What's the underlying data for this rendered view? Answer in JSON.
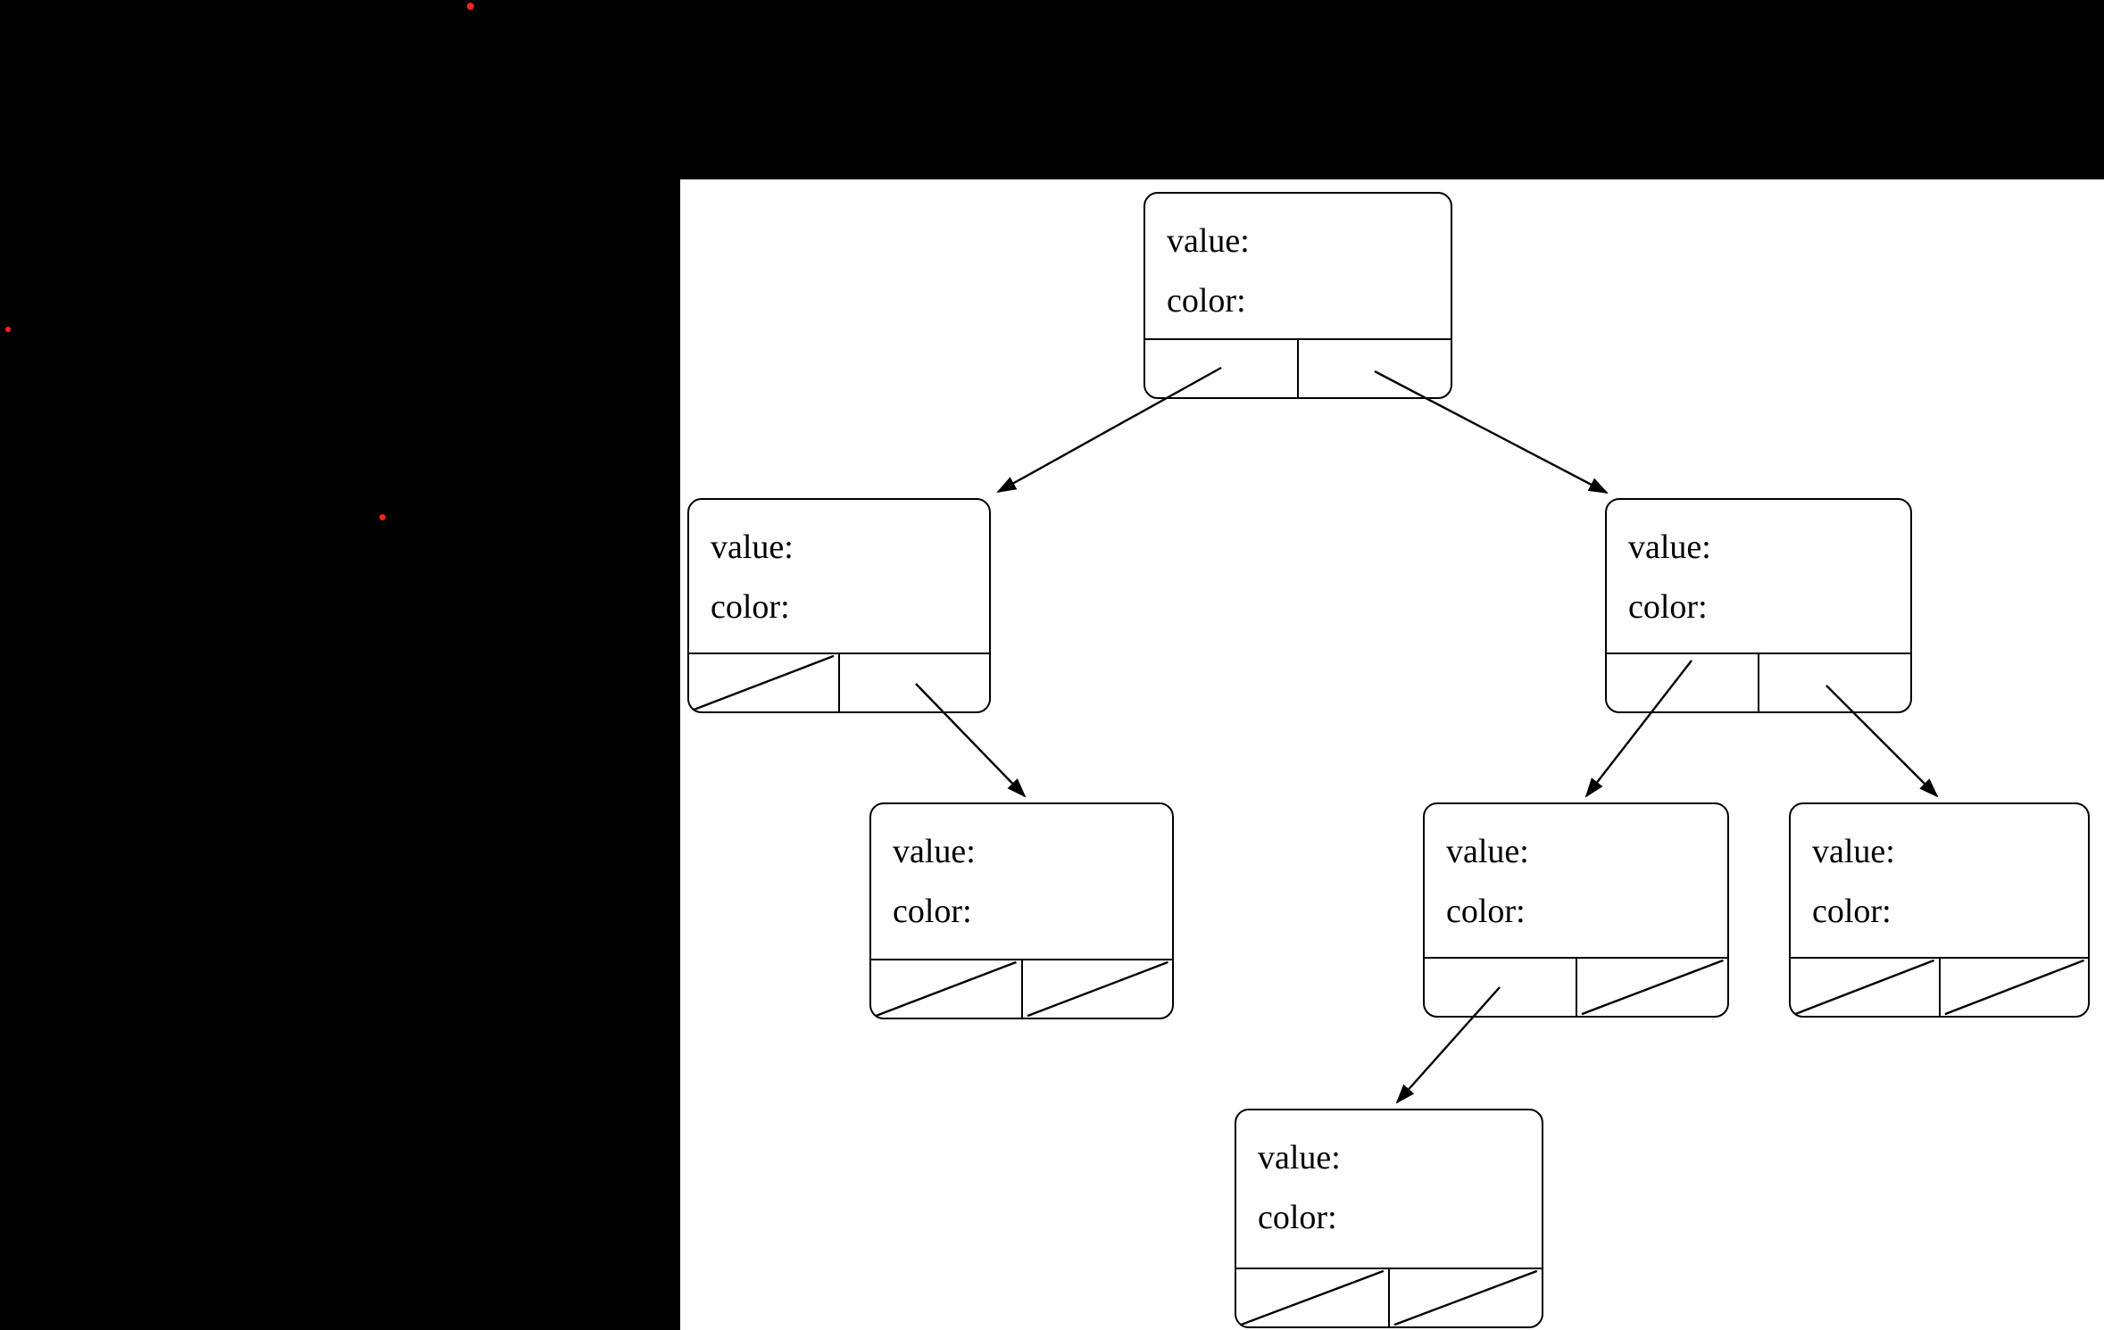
{
  "colors": {
    "page_background": "#000000",
    "canvas_background": "#ffffff",
    "line": "#000000",
    "marker_dot": "#fe2419"
  },
  "tree": {
    "nodes": [
      {
        "id": "root",
        "value_label": "value:",
        "color_label": "color:",
        "left_pointer": "child",
        "right_pointer": "child"
      },
      {
        "id": "left-child",
        "value_label": "value:",
        "color_label": "color:",
        "left_pointer": "null",
        "right_pointer": "child"
      },
      {
        "id": "right-child",
        "value_label": "value:",
        "color_label": "color:",
        "left_pointer": "child",
        "right_pointer": "child"
      },
      {
        "id": "left-right-grandchild",
        "value_label": "value:",
        "color_label": "color:",
        "left_pointer": "null",
        "right_pointer": "null"
      },
      {
        "id": "right-left-grandchild",
        "value_label": "value:",
        "color_label": "color:",
        "left_pointer": "child",
        "right_pointer": "null"
      },
      {
        "id": "right-right-grandchild",
        "value_label": "value:",
        "color_label": "color:",
        "left_pointer": "null",
        "right_pointer": "null"
      },
      {
        "id": "bottom-node",
        "value_label": "value:",
        "color_label": "color:",
        "left_pointer": "null",
        "right_pointer": "null"
      }
    ],
    "edges": [
      {
        "from": "root",
        "pointer": "left",
        "to": "left-child"
      },
      {
        "from": "root",
        "pointer": "right",
        "to": "right-child"
      },
      {
        "from": "left-child",
        "pointer": "right",
        "to": "left-right-grandchild"
      },
      {
        "from": "right-child",
        "pointer": "left",
        "to": "right-left-grandchild"
      },
      {
        "from": "right-child",
        "pointer": "right",
        "to": "right-right-grandchild"
      },
      {
        "from": "right-left-grandchild",
        "pointer": "left",
        "to": "bottom-node"
      }
    ]
  }
}
